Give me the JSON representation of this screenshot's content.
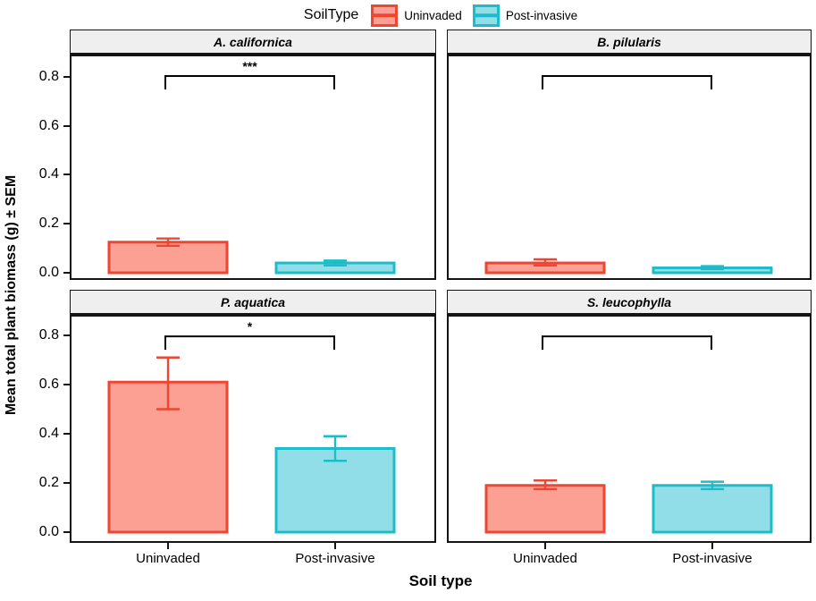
{
  "legend": {
    "title": "SoilType",
    "items": [
      {
        "label": "Uninvaded",
        "fill": "#FBA093",
        "stroke": "#EF4533"
      },
      {
        "label": "Post-invasive",
        "fill": "#92DEE8",
        "stroke": "#1CBDC9"
      }
    ]
  },
  "axes": {
    "y_title": "Mean total plant biomass (g) ± SEM",
    "x_title": "Soil type",
    "y_ticks": [
      "0.0",
      "0.2",
      "0.4",
      "0.6",
      "0.8"
    ],
    "x_categories": [
      "Uninvaded",
      "Post-invasive"
    ]
  },
  "chart_data": {
    "type": "bar",
    "title": "",
    "xlabel": "Soil type",
    "ylabel": "Mean total plant biomass (g) ± SEM",
    "ylim": [
      0,
      0.89
    ],
    "grid": false,
    "legend_position": "top",
    "error_bar_type": "SEM",
    "categories": [
      "Uninvaded",
      "Post-invasive"
    ],
    "series_colors": [
      {
        "name": "Uninvaded",
        "fill": "#FBA093",
        "stroke": "#EF4533"
      },
      {
        "name": "Post-invasive",
        "fill": "#92DEE8",
        "stroke": "#1CBDC9"
      }
    ],
    "facets": [
      {
        "name": "A. californica",
        "values": [
          0.125,
          0.04
        ],
        "sem_low": [
          0.11,
          0.03
        ],
        "sem_high": [
          0.14,
          0.05
        ],
        "sig_label": "***",
        "bracket": true,
        "bracket_y": 0.803
      },
      {
        "name": "B. pilularis",
        "values": [
          0.04,
          0.02
        ],
        "sem_low": [
          0.03,
          0.015
        ],
        "sem_high": [
          0.055,
          0.027
        ],
        "sig_label": "",
        "bracket": true,
        "bracket_y": 0.803
      },
      {
        "name": "P. aquatica",
        "values": [
          0.61,
          0.34
        ],
        "sem_low": [
          0.5,
          0.29
        ],
        "sem_high": [
          0.71,
          0.39
        ],
        "sig_label": "*",
        "bracket": true,
        "bracket_y": 0.796
      },
      {
        "name": "S. leucophylla",
        "values": [
          0.19,
          0.19
        ],
        "sem_low": [
          0.175,
          0.175
        ],
        "sem_high": [
          0.21,
          0.205
        ],
        "sig_label": "",
        "bracket": true,
        "bracket_y": 0.796
      }
    ]
  }
}
